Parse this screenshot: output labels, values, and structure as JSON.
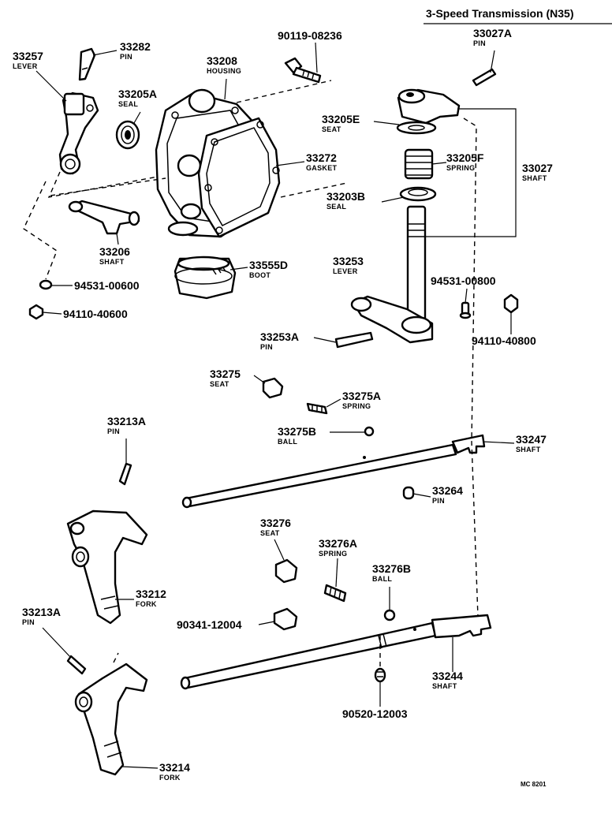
{
  "title": "3-Speed Transmission (N35)",
  "code": "MC 8201",
  "labels": [
    {
      "id": "33257",
      "num": "33257",
      "name": "LEVER"
    },
    {
      "id": "33282",
      "num": "33282",
      "name": "PIN"
    },
    {
      "id": "33208",
      "num": "33208",
      "name": "HOUSING"
    },
    {
      "id": "90119",
      "num": "90119-08236",
      "name": ""
    },
    {
      "id": "33027A",
      "num": "33027A",
      "name": "PIN"
    },
    {
      "id": "33205A",
      "num": "33205A",
      "name": "SEAL"
    },
    {
      "id": "33205E",
      "num": "33205E",
      "name": "SEAT"
    },
    {
      "id": "33272",
      "num": "33272",
      "name": "GASKET"
    },
    {
      "id": "33205F",
      "num": "33205F",
      "name": "SPRING"
    },
    {
      "id": "33027",
      "num": "33027",
      "name": "SHAFT"
    },
    {
      "id": "33203B",
      "num": "33203B",
      "name": "SEAL"
    },
    {
      "id": "33206",
      "num": "33206",
      "name": "SHAFT"
    },
    {
      "id": "33555D",
      "num": "33555D",
      "name": "BOOT"
    },
    {
      "id": "33253",
      "num": "33253",
      "name": "LEVER"
    },
    {
      "id": "94531-00600",
      "num": "94531-00600",
      "name": ""
    },
    {
      "id": "94531-00800",
      "num": "94531-00800",
      "name": ""
    },
    {
      "id": "94110-40600",
      "num": "94110-40600",
      "name": ""
    },
    {
      "id": "33253A",
      "num": "33253A",
      "name": "PIN"
    },
    {
      "id": "94110-40800",
      "num": "94110-40800",
      "name": ""
    },
    {
      "id": "33275",
      "num": "33275",
      "name": "SEAT"
    },
    {
      "id": "33275A",
      "num": "33275A",
      "name": "SPRING"
    },
    {
      "id": "33213A-1",
      "num": "33213A",
      "name": "PIN"
    },
    {
      "id": "33275B",
      "num": "33275B",
      "name": "BALL"
    },
    {
      "id": "33247",
      "num": "33247",
      "name": "SHAFT"
    },
    {
      "id": "33264",
      "num": "33264",
      "name": "PIN"
    },
    {
      "id": "33276",
      "num": "33276",
      "name": "SEAT"
    },
    {
      "id": "33276A",
      "num": "33276A",
      "name": "SPRING"
    },
    {
      "id": "33276B",
      "num": "33276B",
      "name": "BALL"
    },
    {
      "id": "33212",
      "num": "33212",
      "name": "FORK"
    },
    {
      "id": "33213A-2",
      "num": "33213A",
      "name": "PIN"
    },
    {
      "id": "90341",
      "num": "90341-12004",
      "name": ""
    },
    {
      "id": "33244",
      "num": "33244",
      "name": "SHAFT"
    },
    {
      "id": "90520",
      "num": "90520-12003",
      "name": ""
    },
    {
      "id": "33214",
      "num": "33214",
      "name": "FORK"
    }
  ]
}
